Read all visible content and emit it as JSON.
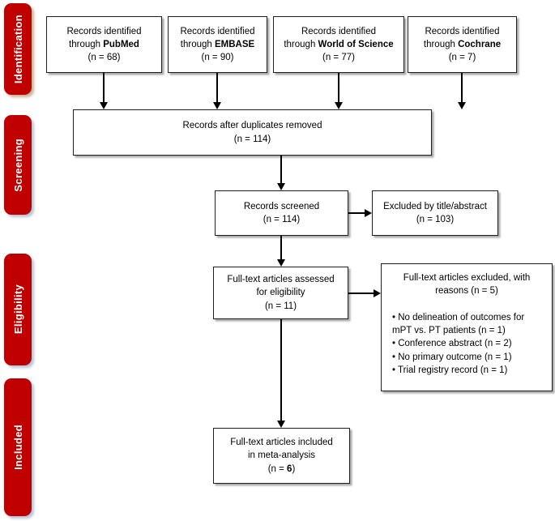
{
  "colors": {
    "stage_red": "#c00000",
    "shadow_warm": "#ccb295",
    "shadow_cool": "#b7c4d6",
    "box_shadow_gray": "#aaaaaa"
  },
  "stages": [
    {
      "label": "Identification"
    },
    {
      "label": "Screening"
    },
    {
      "label": "Eligibility"
    },
    {
      "label": "Included"
    }
  ],
  "flow": {
    "sources": [
      {
        "line1": "Records identified",
        "through": "through ",
        "db": "PubMed",
        "count": "(n = 68)"
      },
      {
        "line1": "Records identified",
        "through": "through ",
        "db": "EMBASE",
        "count": "(n = 90)"
      },
      {
        "line1": "Records identified",
        "through": "through ",
        "db": "World of Science",
        "count": "(n = 77)"
      },
      {
        "line1": "Records identified",
        "through": "through ",
        "db": "Cochrane",
        "count": "(n = 7)"
      }
    ],
    "duplicates": {
      "line1": "Records after duplicates removed",
      "count": "(n = 114)"
    },
    "screened": {
      "line1": "Records screened",
      "count": "(n = 114)"
    },
    "excluded_screening": {
      "line1": "Excluded by title/abstract",
      "count": "(n = 103)"
    },
    "assessed": {
      "line1": "Full-text articles assessed",
      "line2": "for eligibility",
      "count": "(n = 11)"
    },
    "excluded_fulltext": {
      "header_line1": "Full-text articles excluded, with",
      "header_line2": "reasons (n = 5)",
      "reasons": [
        "No delineation of outcomes for mPT vs. PT patients (n = 1)",
        "Conference abstract (n = 2)",
        "No primary outcome (n = 1)",
        "Trial registry record (n = 1)"
      ]
    },
    "included": {
      "line1": "Full-text articles included",
      "line2": "in meta-analysis",
      "count_open": "(n = ",
      "count_bold": "6",
      "count_close": ")"
    }
  }
}
